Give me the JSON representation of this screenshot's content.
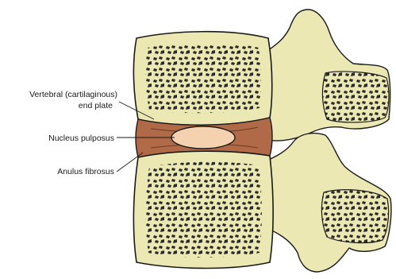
{
  "labels": {
    "end_plate_line1": "Vertebral (cartilaginous)",
    "end_plate_line2": "end plate",
    "nucleus": "Nucleus pulposus",
    "anulus": "Anulus fibrosus"
  },
  "colors": {
    "bone": "#ece8b4",
    "bone_outline": "#1a1a1a",
    "trabecular_spot": "#2a2a2a",
    "anulus": "#b06a47",
    "nucleus": "#f4d2b0",
    "background": "#ffffff"
  }
}
